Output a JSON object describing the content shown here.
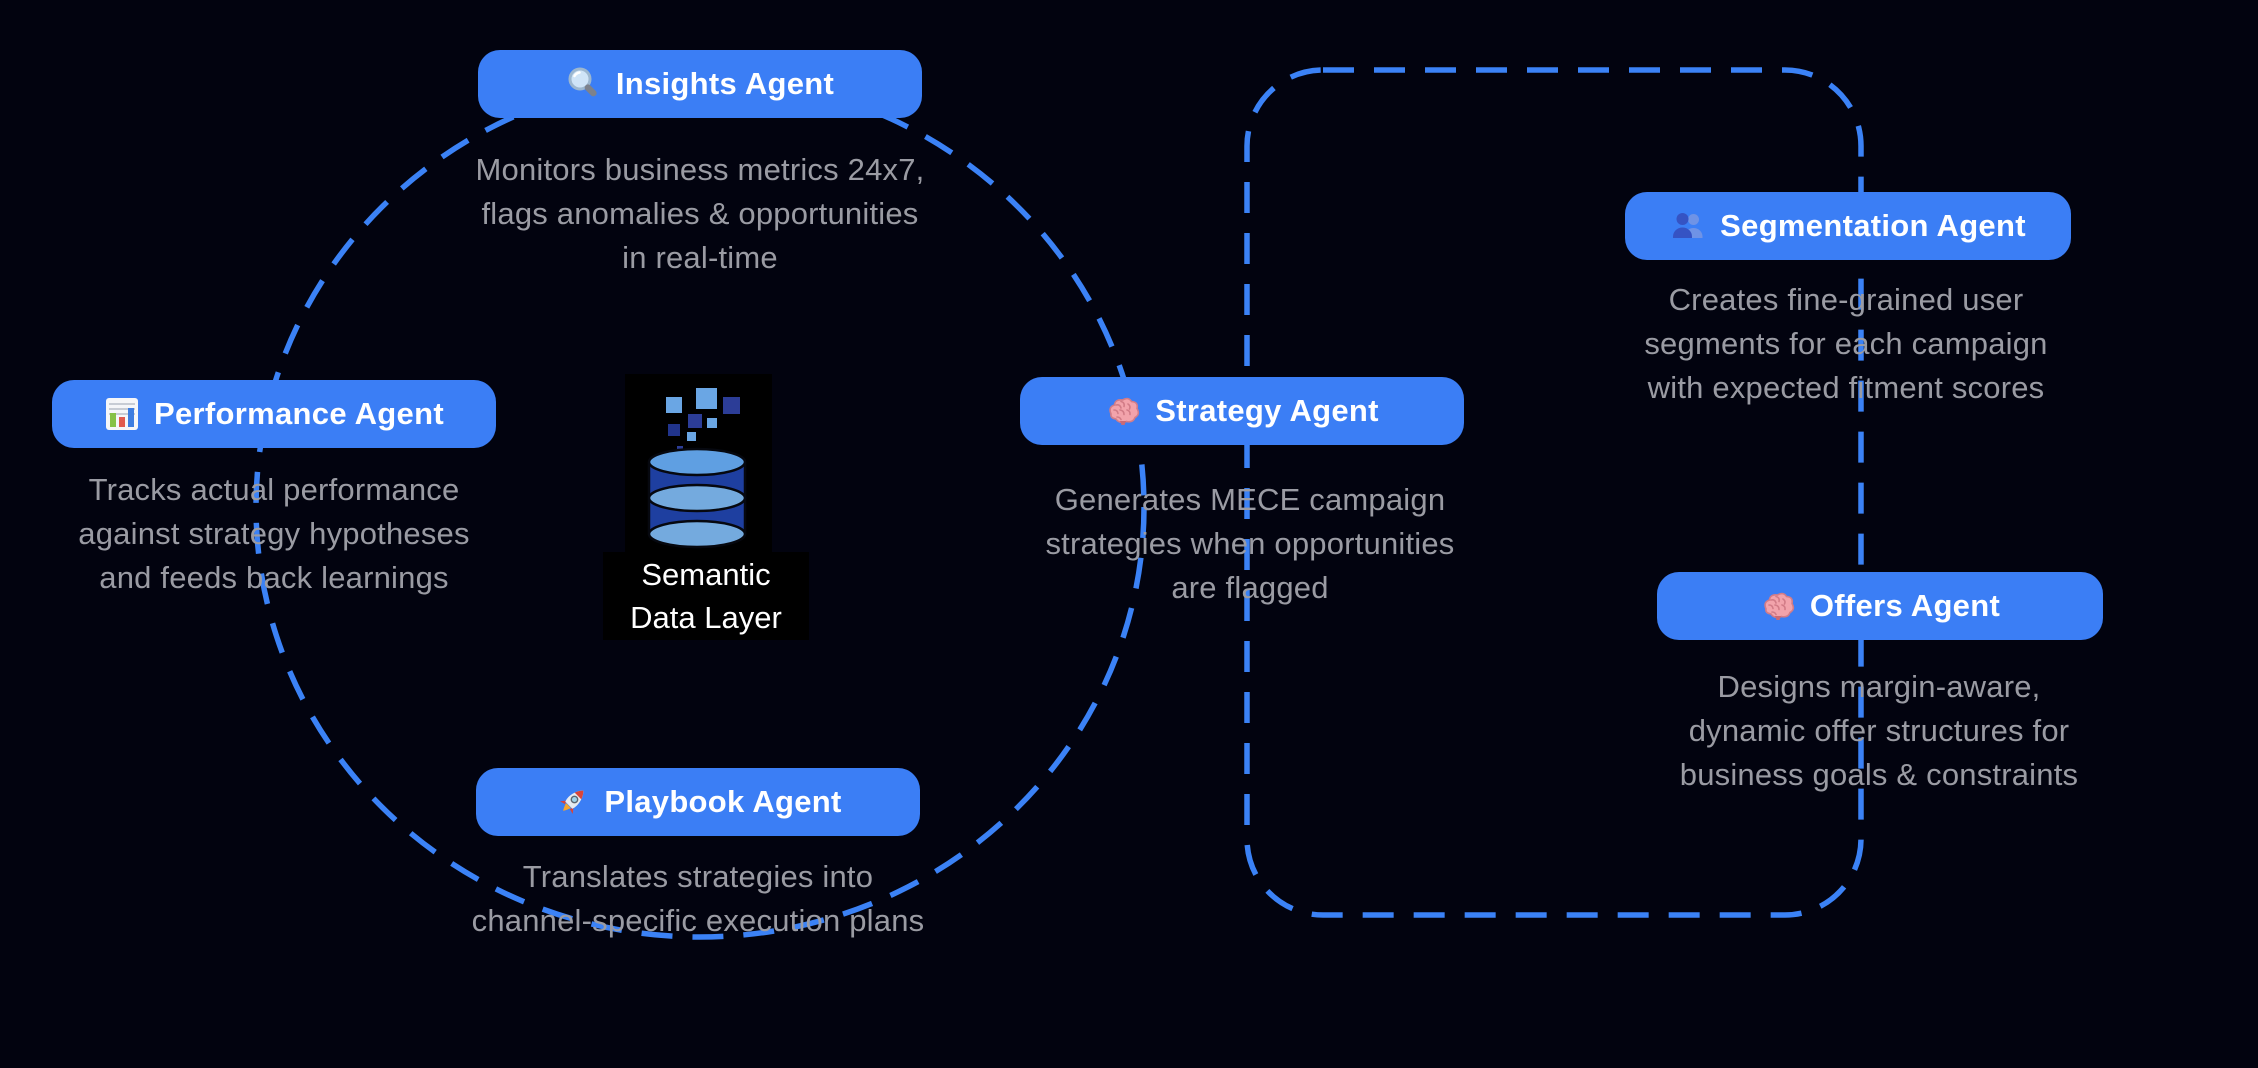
{
  "colors": {
    "background": "#02030f",
    "button_blue": "#3b7ef5",
    "dash_blue": "#3b82f6",
    "desc_gray": "#9a9ba3",
    "label_white": "#ffffff",
    "db_light_blue": "#6aa6e4",
    "db_dark_blue": "#21409f"
  },
  "agents": [
    {
      "id": "insights",
      "label": "Insights Agent",
      "icon": "magnifier-icon",
      "desc_lines": [
        "Monitors business metrics 24x7,",
        "flags anomalies & opportunities",
        "in real-time"
      ]
    },
    {
      "id": "performance",
      "label": "Performance Agent",
      "icon": "bar-chart-icon",
      "desc_lines": [
        "Tracks actual performance",
        "against strategy hypotheses",
        "and feeds back learnings"
      ]
    },
    {
      "id": "strategy",
      "label": "Strategy Agent",
      "icon": "brain-icon",
      "desc_lines": [
        "Generates MECE campaign",
        "strategies when opportunities",
        "are flagged"
      ]
    },
    {
      "id": "playbook",
      "label": "Playbook Agent",
      "icon": "rocket-icon",
      "desc_lines": [
        "Translates strategies into",
        "channel-specific execution plans"
      ]
    },
    {
      "id": "segmentation",
      "label": "Segmentation Agent",
      "icon": "people-icon",
      "desc_lines": [
        "Creates fine-grained user",
        "segments for each campaign",
        "with expected fitment scores"
      ]
    },
    {
      "id": "offers",
      "label": "Offers Agent",
      "icon": "brain-icon",
      "desc_lines": [
        "Designs margin-aware,",
        "dynamic offer structures for",
        "business goals & constraints"
      ]
    }
  ],
  "center": {
    "icon": "database-icon",
    "label_lines": [
      "Semantic",
      "Data Layer"
    ]
  }
}
